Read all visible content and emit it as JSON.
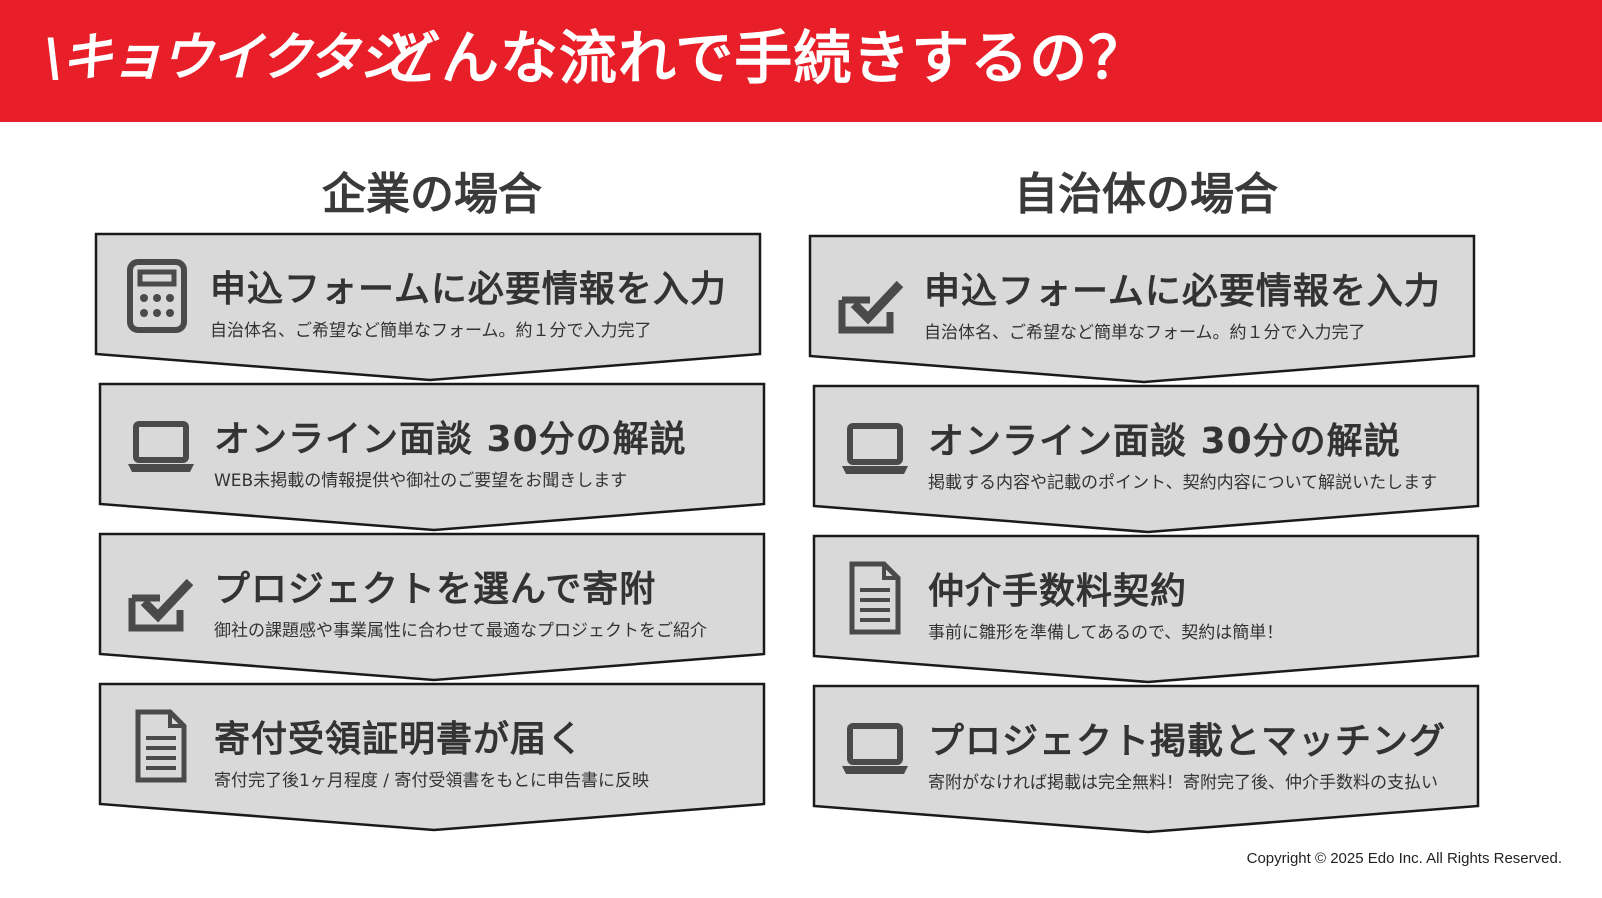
{
  "header": {
    "logo": "\\キョウイクタジ/",
    "title": "どんな流れで手続きするの？",
    "bg_color": "#e81f28"
  },
  "columns": [
    {
      "heading": "企業の場合",
      "steps": [
        {
          "icon": "calculator-icon",
          "title": "申込フォームに必要情報を入力",
          "desc": "自治体名、ご希望など簡単なフォーム。約１分で入力完了"
        },
        {
          "icon": "laptop-icon",
          "title": "オンライン面談 30分の解説",
          "desc": "WEB未掲載の情報提供や御社のご要望をお聞きします"
        },
        {
          "icon": "checkbox-icon",
          "title": "プロジェクトを選んで寄附",
          "desc": "御社の課題感や事業属性に合わせて最適なプロジェクトをご紹介"
        },
        {
          "icon": "document-icon",
          "title": "寄付受領証明書が届く",
          "desc": "寄付完了後1ヶ月程度 / 寄付受領書をもとに申告書に反映"
        }
      ]
    },
    {
      "heading": "自治体の場合",
      "steps": [
        {
          "icon": "checkbox-icon",
          "title": "申込フォームに必要情報を入力",
          "desc": "自治体名、ご希望など簡単なフォーム。約１分で入力完了"
        },
        {
          "icon": "laptop-icon",
          "title": "オンライン面談 30分の解説",
          "desc": "掲載する内容や記載のポイント、契約内容について解説いたします"
        },
        {
          "icon": "document-icon",
          "title": "仲介手数料契約",
          "desc": "事前に雛形を準備してあるので、契約は簡単！"
        },
        {
          "icon": "laptop-icon",
          "title": "プロジェクト掲載とマッチング",
          "desc": "寄附がなければ掲載は完全無料！寄附完了後、仲介手数料の支払い"
        }
      ]
    }
  ],
  "footer": {
    "copyright": "Copyright © 2025 Edo Inc. All Rights Reserved."
  }
}
